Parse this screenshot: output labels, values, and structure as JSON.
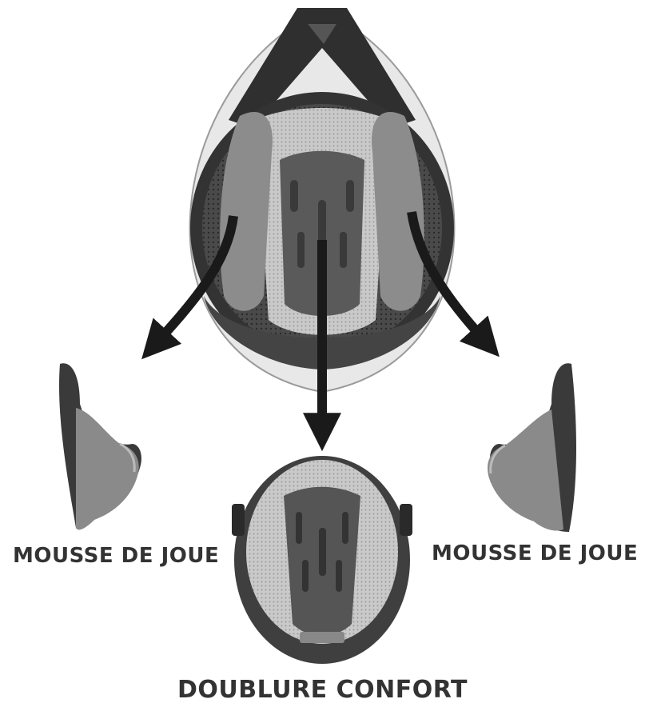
{
  "labels": {
    "left_cheek_pad": "MOUSSE DE JOUE",
    "right_cheek_pad": "MOUSSE DE JOUE",
    "comfort_liner": "DOUBLURE CONFORT"
  },
  "colors": {
    "text": "#333333",
    "arrow": "#1a1a1a",
    "foam": "#7d7d7d",
    "foam_dark": "#3a3a3a",
    "shell": "#e6e6e6"
  }
}
